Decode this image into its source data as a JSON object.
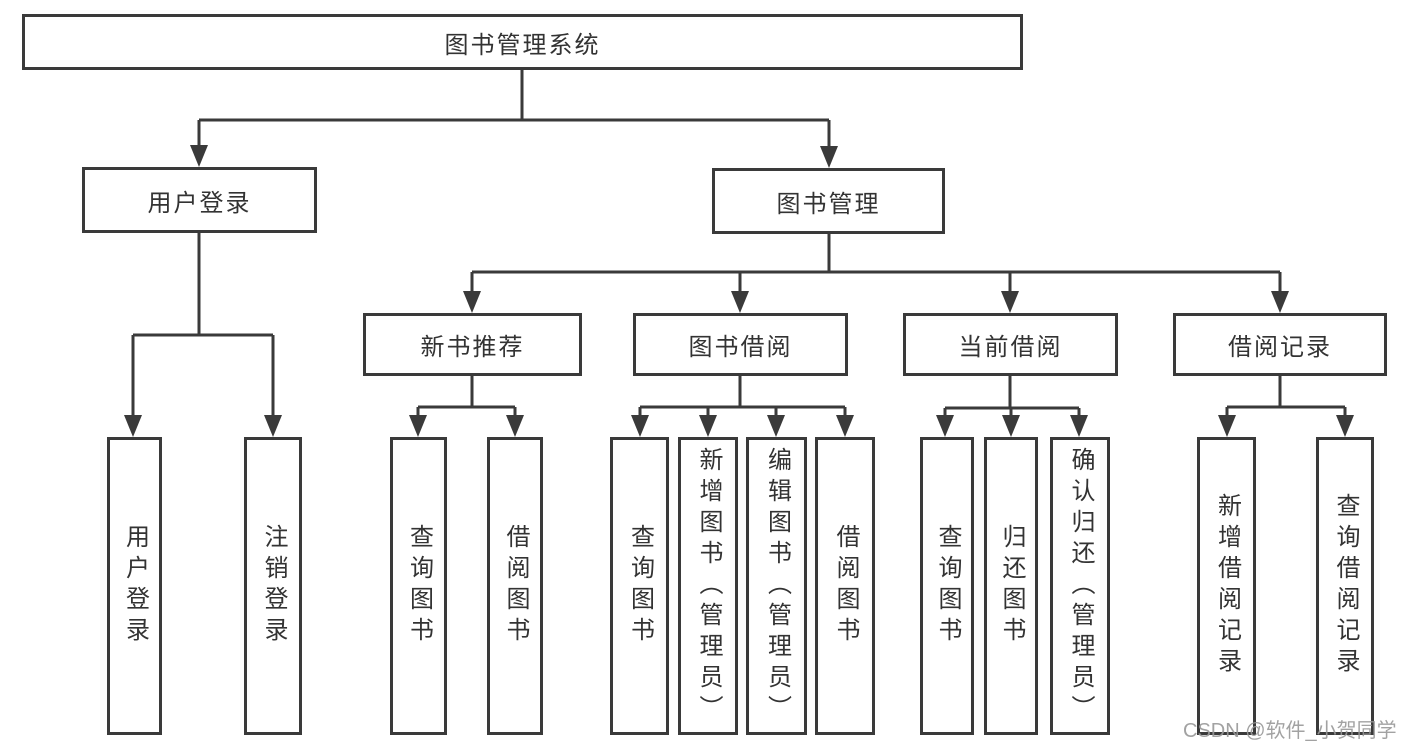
{
  "colors": {
    "line": "#3a3a3a",
    "text": "#333333",
    "watermark": "#999999",
    "background": "#ffffff"
  },
  "watermark": {
    "text": "CSDN @软件_小贺同学"
  },
  "tree": {
    "root": {
      "label": "图书管理系统"
    },
    "user_login": {
      "label": "用户登录",
      "children": {
        "login": {
          "label": "用户登录"
        },
        "logout": {
          "label": "注销登录"
        }
      }
    },
    "book_mgmt": {
      "label": "图书管理",
      "children": {
        "new_book_rec": {
          "label": "新书推荐",
          "children": {
            "query_books": {
              "label": "查询图书"
            },
            "borrow_books": {
              "label": "借阅图书"
            }
          }
        },
        "book_borrowing": {
          "label": "图书借阅",
          "children": {
            "query_books": {
              "label": "查询图书"
            },
            "add_books": {
              "label": "新增图书（管理员）"
            },
            "edit_books": {
              "label": "编辑图书（管理员）"
            },
            "borrow_books": {
              "label": "借阅图书"
            }
          }
        },
        "current_borrowing": {
          "label": "当前借阅",
          "children": {
            "query_books": {
              "label": "查询图书"
            },
            "return_books": {
              "label": "归还图书"
            },
            "confirm_return": {
              "label": "确认归还（管理员）"
            }
          }
        },
        "borrowing_records": {
          "label": "借阅记录",
          "children": {
            "add_record": {
              "label": "新增借阅记录"
            },
            "query_record": {
              "label": "查询借阅记录"
            }
          }
        }
      }
    }
  }
}
